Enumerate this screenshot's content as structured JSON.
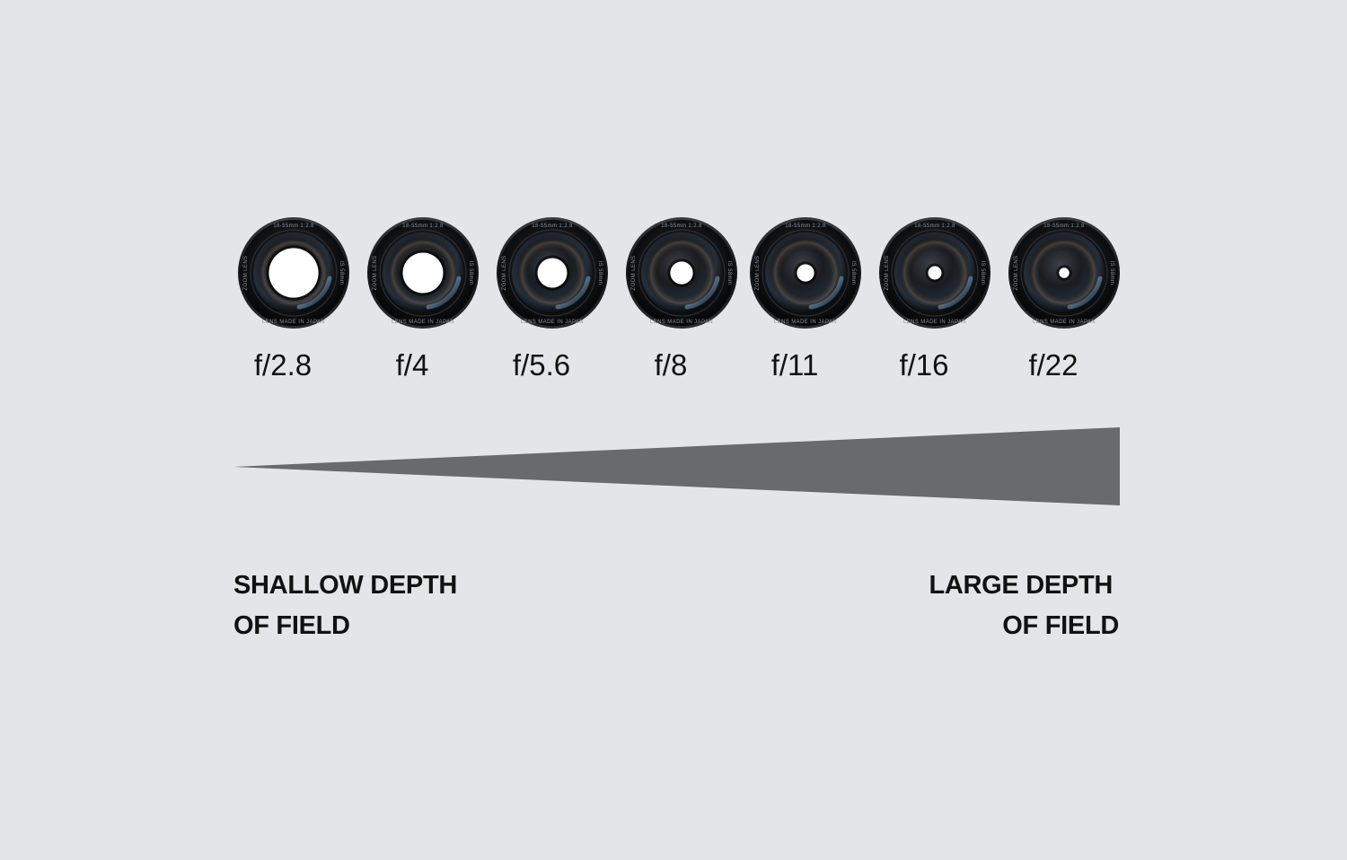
{
  "lenses": [
    {
      "stop": "f/2.8",
      "aperture_fraction": 0.82,
      "engraving_top": "18-55mm  1:2.8",
      "engraving_left": "ZOOM LENS",
      "engraving_right": "IS 58mm",
      "engraving_bottom": "LENS MADE IN JAPAN"
    },
    {
      "stop": "f/4",
      "aperture_fraction": 0.65,
      "engraving_top": "18-55mm  1:2.8",
      "engraving_left": "ZOOM LENS",
      "engraving_right": "IS 58mm",
      "engraving_bottom": "LENS MADE IN JAPAN"
    },
    {
      "stop": "f/5.6",
      "aperture_fraction": 0.45,
      "engraving_top": "18-55mm  1:2.8",
      "engraving_left": "ZOOM LENS",
      "engraving_right": "IS 58mm",
      "engraving_bottom": "LENS MADE IN JAPAN"
    },
    {
      "stop": "f/8",
      "aperture_fraction": 0.32,
      "engraving_top": "18-55mm  1:2.8",
      "engraving_left": "ZOOM LENS",
      "engraving_right": "IS 58mm",
      "engraving_bottom": "LENS MADE IN JAPAN"
    },
    {
      "stop": "f/11",
      "aperture_fraction": 0.22,
      "engraving_top": "18-55mm  1:2.8",
      "engraving_left": "ZOOM LENS",
      "engraving_right": "IS 58mm",
      "engraving_bottom": "LENS MADE IN JAPAN"
    },
    {
      "stop": "f/16",
      "aperture_fraction": 0.15,
      "engraving_top": "18-55mm  1:2.8",
      "engraving_left": "ZOOM LENS",
      "engraving_right": "IS 58mm",
      "engraving_bottom": "LENS MADE IN JAPAN"
    },
    {
      "stop": "f/22",
      "aperture_fraction": 0.09,
      "engraving_top": "18-55mm  1:2.8",
      "engraving_left": "ZOOM LENS",
      "engraving_right": "IS 58mm",
      "engraving_bottom": "LENS MADE IN JAPAN"
    }
  ],
  "depth_scale": {
    "left_label_line1": "SHALLOW DEPTH",
    "left_label_line2": "OF FIELD",
    "right_label_line1": "LARGE DEPTH",
    "right_label_line2": "OF FIELD"
  },
  "colors": {
    "background": "#e4e5e8",
    "wedge": "#696a6d",
    "text": "#111111",
    "lens_body": "#0d0d0f",
    "aperture_opening": "#ffffff"
  }
}
